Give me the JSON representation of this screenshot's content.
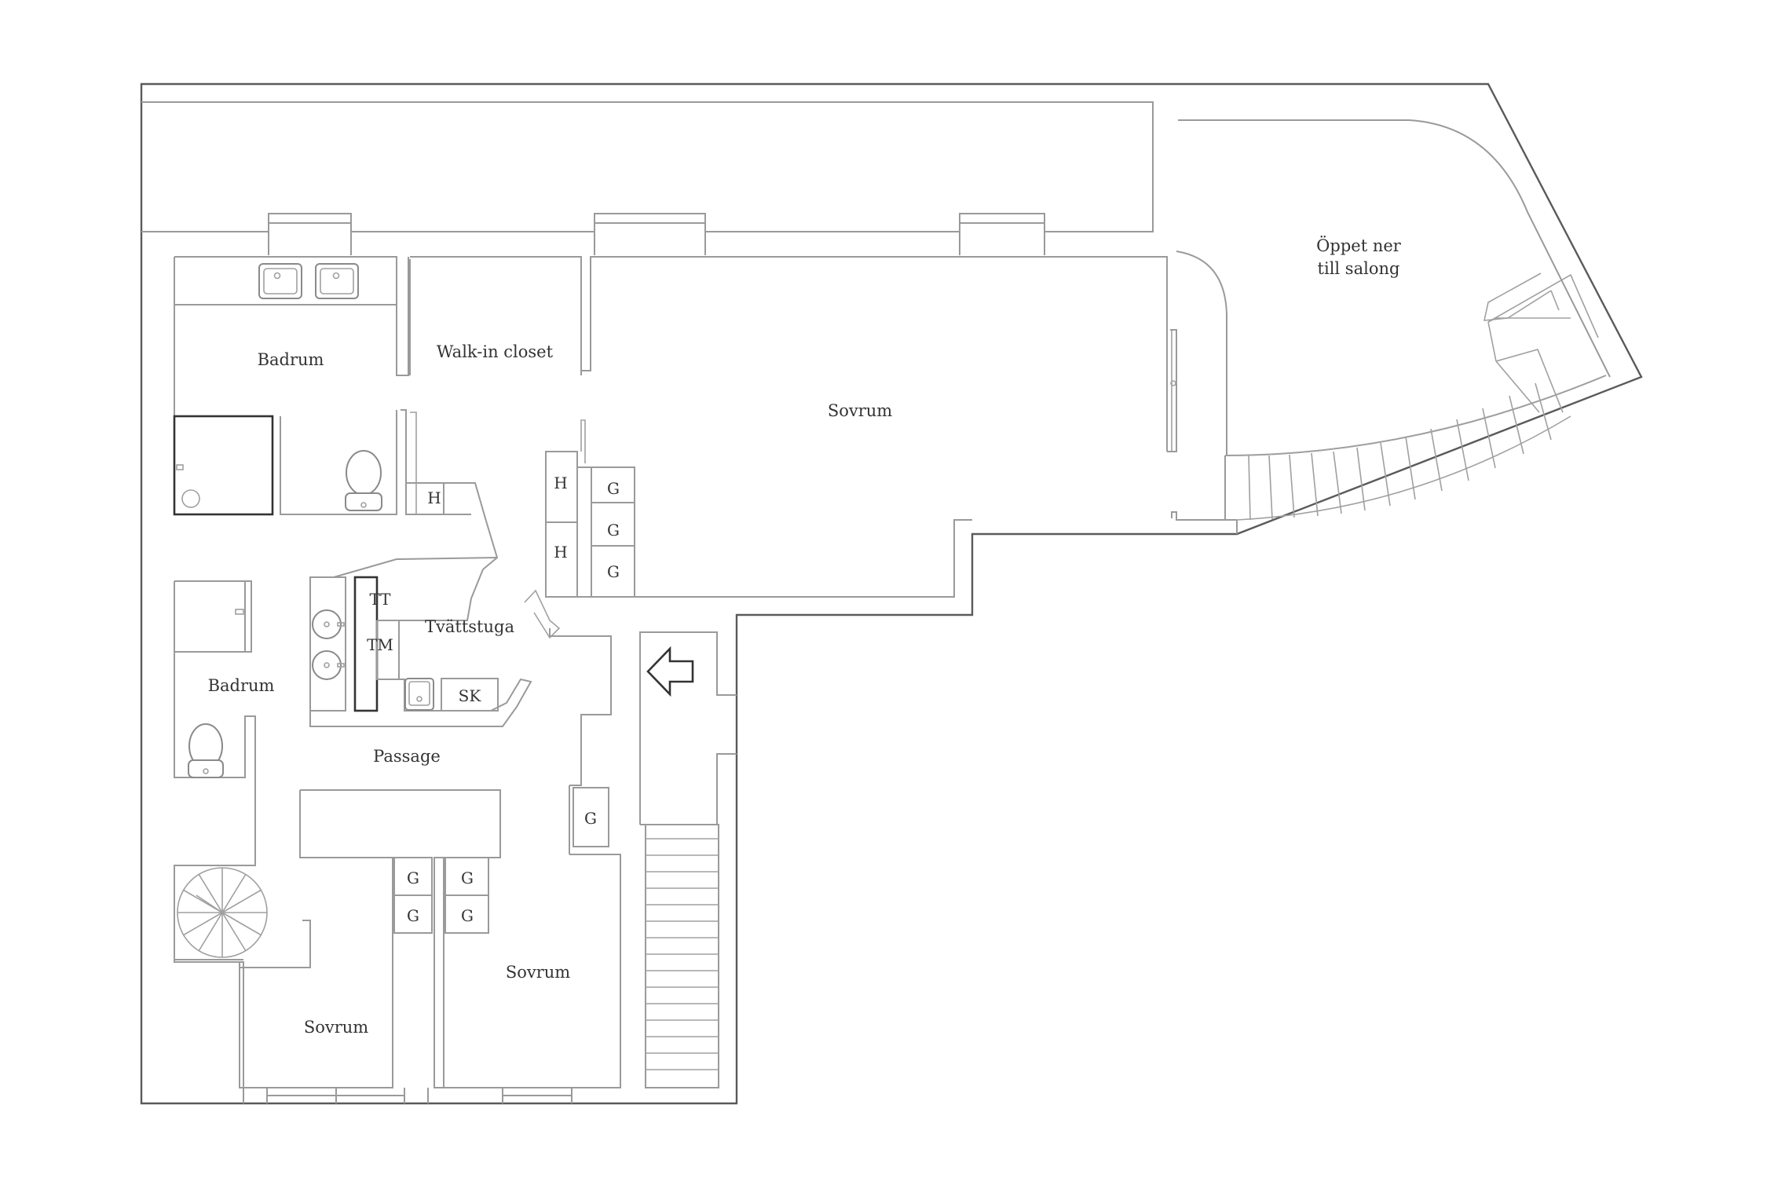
{
  "rooms": {
    "badrum_upper": "Badrum",
    "walkin": "Walk-in closet",
    "sovrum_main": "Sovrum",
    "open_line1": "Öppet ner",
    "open_line2": "till salong",
    "tvattstuga": "Tvättstuga",
    "badrum_lower": "Badrum",
    "passage": "Passage",
    "sovrum_left": "Sovrum",
    "sovrum_mid": "Sovrum"
  },
  "codes": {
    "h1": "H",
    "h2": "H",
    "h3": "H",
    "g1": "G",
    "g2": "G",
    "g3": "G",
    "g4": "G",
    "g5": "G",
    "g6": "G",
    "g7": "G",
    "g8": "G",
    "tt": "TT",
    "tm": "TM",
    "sk": "SK"
  }
}
